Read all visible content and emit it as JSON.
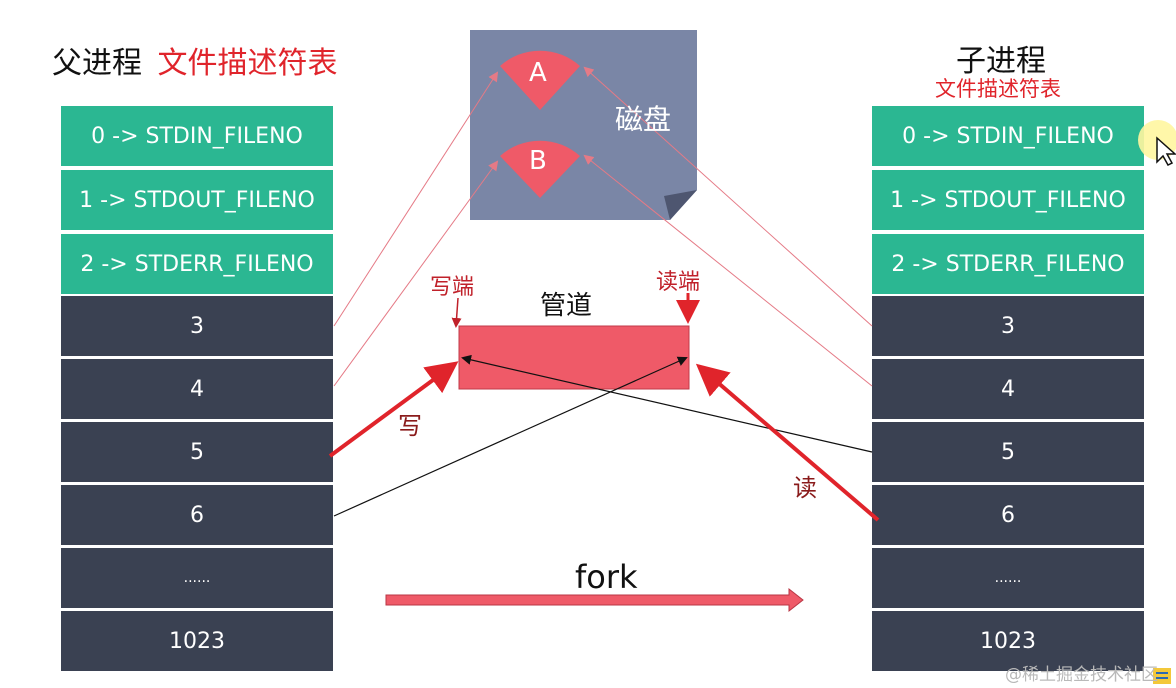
{
  "parent": {
    "title": "父进程",
    "subtitle": "文件描述符表",
    "rows": [
      "0 -> STDIN_FILENO",
      "1 -> STDOUT_FILENO",
      "2 -> STDERR_FILENO",
      "3",
      "4",
      "5",
      "6",
      "......",
      "1023"
    ]
  },
  "child": {
    "title": "子进程",
    "subtitle": "文件描述符表",
    "rows": [
      "0 -> STDIN_FILENO",
      "1 -> STDOUT_FILENO",
      "2 -> STDERR_FILENO",
      "3",
      "4",
      "5",
      "6",
      "......",
      "1023"
    ]
  },
  "disk": {
    "label": "磁盘",
    "file_a": "A",
    "file_b": "B"
  },
  "pipe": {
    "label": "管道",
    "write_end": "写端",
    "read_end": "读端"
  },
  "actions": {
    "write": "写",
    "read": "读",
    "fork": "fork"
  },
  "watermark": "@稀土掘金技术社区",
  "colors": {
    "green": "#2bb792",
    "dark": "#3a4152",
    "pipe": "#ef5a68",
    "disk": "#7a86a6",
    "arrow_red": "#e0242b"
  },
  "icons": [
    "mouse-cursor-icon",
    "watermark-logo-icon"
  ]
}
